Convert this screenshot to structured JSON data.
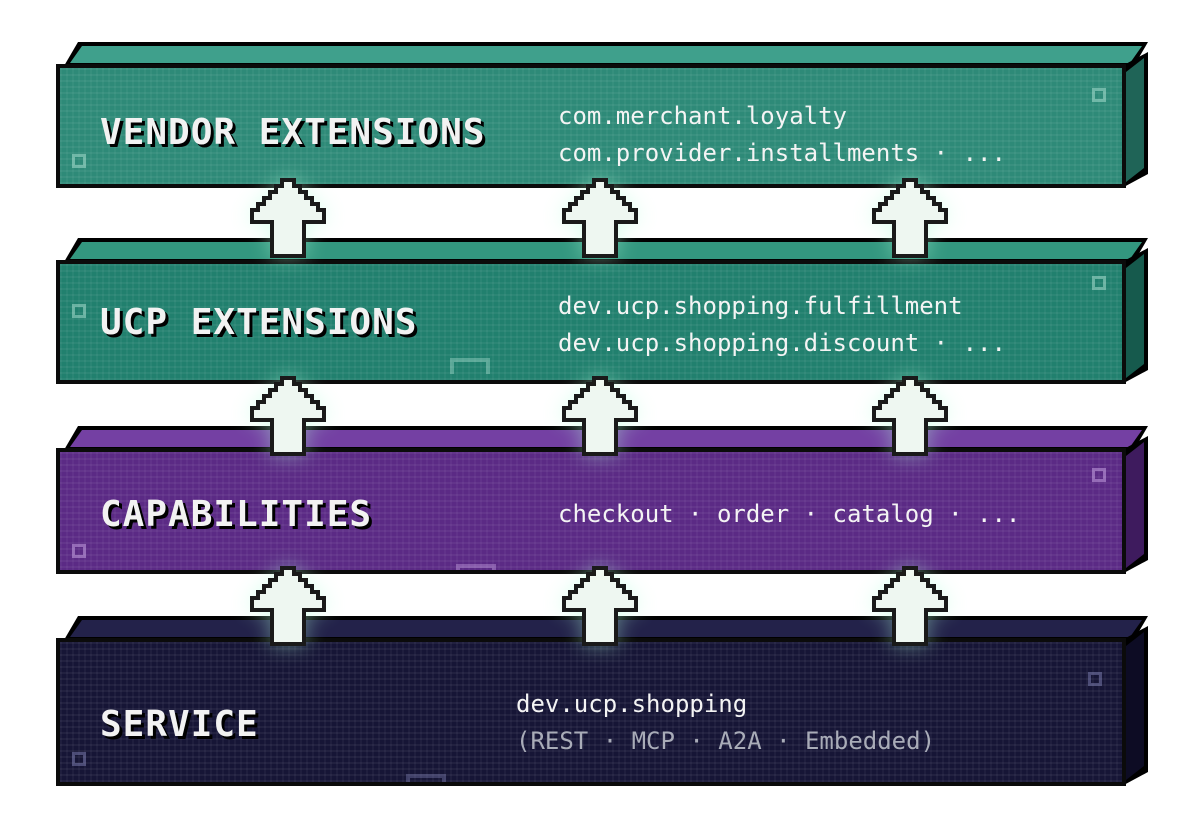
{
  "layers": [
    {
      "title": "VENDOR EXTENSIONS",
      "line1": "com.merchant.loyalty",
      "line2": "com.provider.installments · ...",
      "color": "#2e8a78",
      "top_color": "#3fa08c",
      "side_color": "#1f6457"
    },
    {
      "title": "UCP EXTENSIONS",
      "line1": "dev.ucp.shopping.fulfillment",
      "line2": "dev.ucp.shopping.discount · ...",
      "color": "#21806e",
      "top_color": "#33977f",
      "side_color": "#165a4d"
    },
    {
      "title": "CAPABILITIES",
      "line1": "checkout · order · catalog · ...",
      "color": "#5b2a85",
      "top_color": "#7440a3",
      "side_color": "#3e1b5e"
    },
    {
      "title": "SERVICE",
      "line1": "dev.ucp.shopping",
      "line2": "(REST · MCP · A2A · Embedded)",
      "color": "#161536",
      "top_color": "#23224a",
      "side_color": "#0d0c24"
    }
  ],
  "arrow_color": "#eef7f1",
  "arrow_icon": "pixel-up-arrow-icon"
}
